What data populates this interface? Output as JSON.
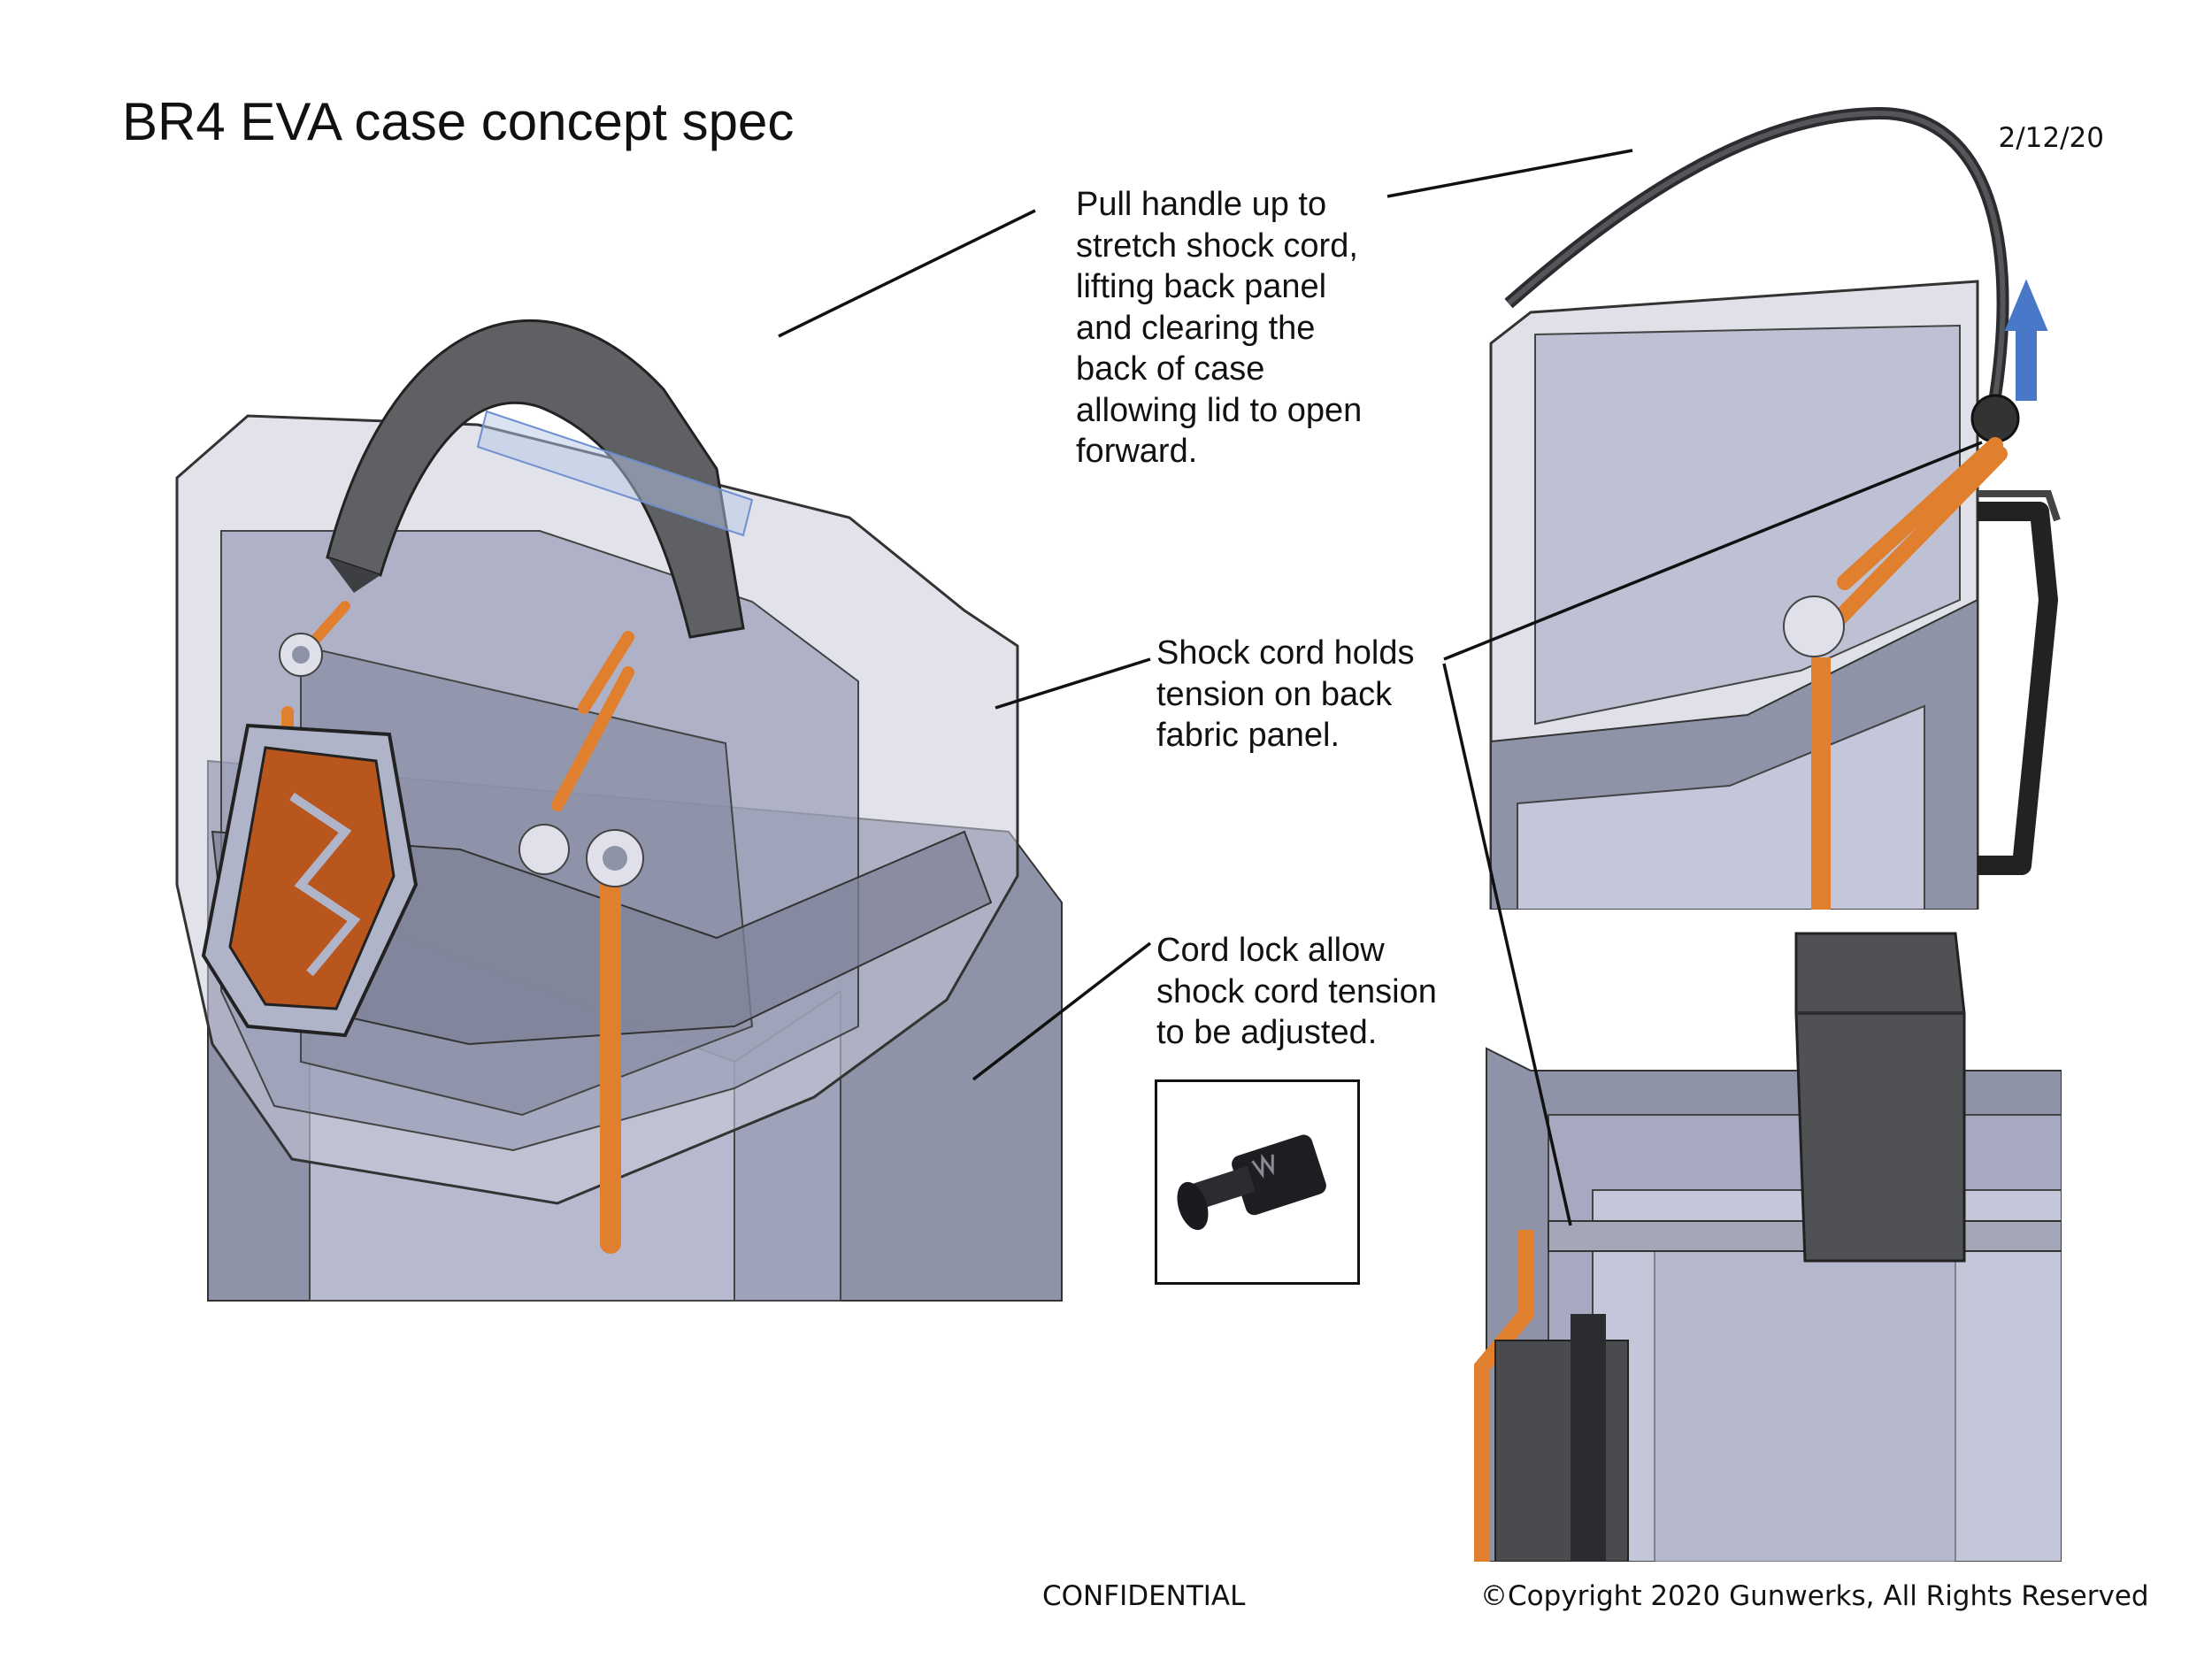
{
  "header": {
    "title": "BR4 EVA case concept spec",
    "date": "2/12/20"
  },
  "notes": {
    "handle": [
      "Pull handle up to",
      "stretch shock cord,",
      "lifting back panel",
      "and clearing the",
      "back of case",
      "allowing lid to open",
      "forward."
    ],
    "shock_cord": [
      "Shock cord holds",
      "tension on back",
      "fabric panel."
    ],
    "cord_lock": [
      "Cord lock allow",
      "shock cord tension",
      "to be adjusted."
    ]
  },
  "footer": {
    "confidential": "CONFIDENTIAL",
    "copyright": "©Copyright 2020 Gunwerks,  All Rights Reserved"
  },
  "colors": {
    "case_gray": "#8e93a8",
    "case_light": "#c9cbd9",
    "handle_dark": "#555659",
    "cord_orange": "#e0802f",
    "arrow_blue": "#4a78c8",
    "patch_orange": "#b8561e"
  },
  "icons": {
    "arrow": "arrow-up-icon",
    "logo_patch": "gunwerks-flame-logo-icon"
  }
}
